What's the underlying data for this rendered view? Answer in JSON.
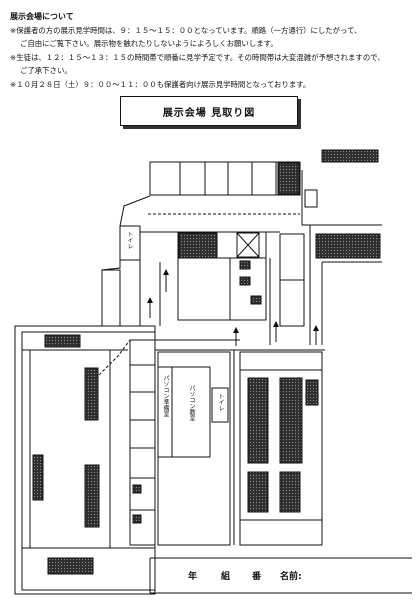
{
  "notice": {
    "heading": "展示会場について",
    "lines": [
      "※保護者の方の展示見学時間は、９：１５〜１５：００となっています。順路（一方通行）にしたがって、",
      "ご自由にご覧下さい。展示物を触れたりしないようによろしくお願いします。",
      "※生徒は、１２：１５〜１３：１５の時間帯で順番に見学予定です。その時間帯は大変混雑が予想されますので、",
      "ご了承下さい。",
      "※１０月２８日（土）９：００〜１１：００も保護者向け展示見学時間となっております。"
    ]
  },
  "map": {
    "title": "展示会場 見取り図",
    "labels": {
      "toilet_upper": "トイレ",
      "pc_prep_room": "パソコン準備室",
      "pc_room": "パソコン教室",
      "toilet_lower": "トイレ"
    }
  },
  "form": {
    "year": "年",
    "class": "組",
    "number": "番",
    "name": "名前:"
  }
}
